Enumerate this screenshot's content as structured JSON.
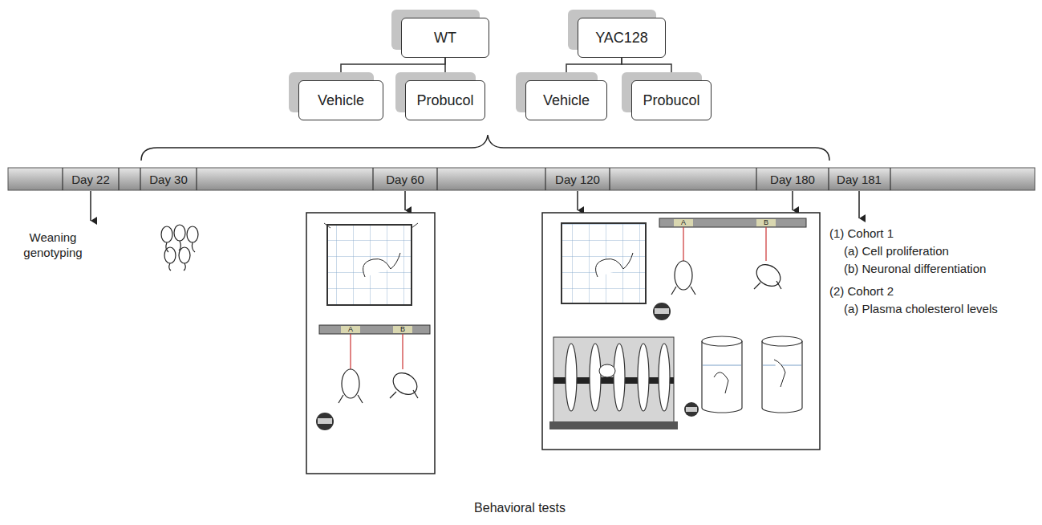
{
  "diagram": {
    "nodes": [
      {
        "text": [
          "WT"
        ]
      },
      {
        "text": [
          "YAC128"
        ]
      },
      {
        "text": [
          "Vehicle"
        ]
      },
      {
        "text": [
          "Probucol"
        ]
      },
      {
        "text": [
          "Vehicle"
        ]
      },
      {
        "text": [
          "Probucol"
        ]
      }
    ],
    "edges": [
      {
        "from": 0,
        "to": 2,
        "arrow": "none"
      },
      {
        "from": 0,
        "to": 3,
        "arrow": "none"
      },
      {
        "from": 1,
        "to": 4,
        "arrow": "none"
      },
      {
        "from": 1,
        "to": 5,
        "arrow": "none"
      }
    ],
    "labels": [
      "Day 22",
      "Day 30",
      "Day 60",
      "Day 120",
      "Day 180",
      "Day 181",
      "Weaning genotyping",
      "A",
      "B",
      "A",
      "B",
      "(1) Cohort 1",
      "(a) Cell proliferation",
      "(b) Neuronal differentiation",
      "(2) Cohort 2",
      "(a) Plasma cholesterol levels",
      "Behavioral tests"
    ]
  }
}
